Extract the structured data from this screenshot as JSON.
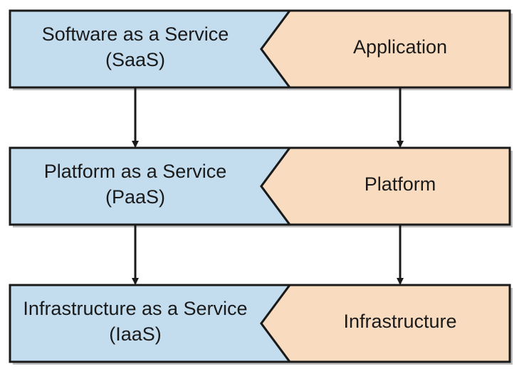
{
  "colors": {
    "service_fill": "#c3dcee",
    "layer_fill": "#f9dcc0",
    "stroke": "#1a1a1a",
    "shadow": "#bfbfbf"
  },
  "rows": [
    {
      "service_line1": "Software as a Service",
      "service_line2": "(SaaS)",
      "layer": "Application"
    },
    {
      "service_line1": "Platform as a Service",
      "service_line2": "(PaaS)",
      "layer": "Platform"
    },
    {
      "service_line1": "Infrastructure as a Service",
      "service_line2": "(IaaS)",
      "layer": "Infrastructure"
    }
  ]
}
